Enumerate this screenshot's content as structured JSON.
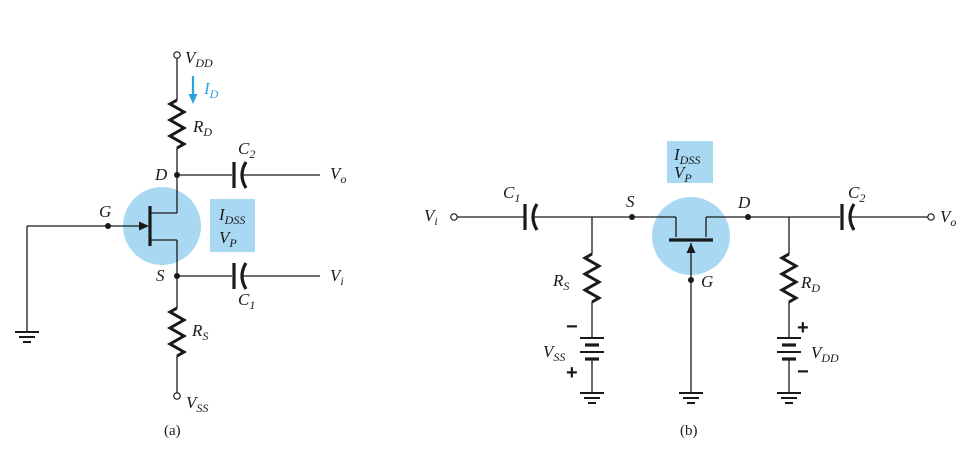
{
  "circuit_a": {
    "caption": "(a)",
    "vdd": "V",
    "vdd_sub": "DD",
    "id": "I",
    "id_sub": "D",
    "rd": "R",
    "rd_sub": "D",
    "c2": "C",
    "c2_sub": "2",
    "vo": "V",
    "vo_sub": "o",
    "d": "D",
    "g": "G",
    "s": "S",
    "idss": "I",
    "idss_sub": "DSS",
    "vp": "V",
    "vp_sub": "P",
    "c1": "C",
    "c1_sub": "1",
    "vi": "V",
    "vi_sub": "i",
    "rs": "R",
    "rs_sub": "S",
    "vss": "V",
    "vss_sub": "SS"
  },
  "circuit_b": {
    "caption": "(b)",
    "vi": "V",
    "vi_sub": "i",
    "c1": "C",
    "c1_sub": "1",
    "s": "S",
    "idss": "I",
    "idss_sub": "DSS",
    "vp": "V",
    "vp_sub": "P",
    "d": "D",
    "c2": "C",
    "c2_sub": "2",
    "vo": "V",
    "vo_sub": "o",
    "rs": "R",
    "rs_sub": "S",
    "vss": "V",
    "vss_sub": "SS",
    "minus": "−",
    "plus": "+",
    "g": "G",
    "rd": "R",
    "rd_sub": "D",
    "vdd": "V",
    "vdd_sub": "DD",
    "plus2": "+",
    "minus2": "−"
  },
  "colors": {
    "fet_circle": "#a9d8f2",
    "label_box": "#a9d8f2",
    "current_arrow": "#2ba3dc"
  }
}
